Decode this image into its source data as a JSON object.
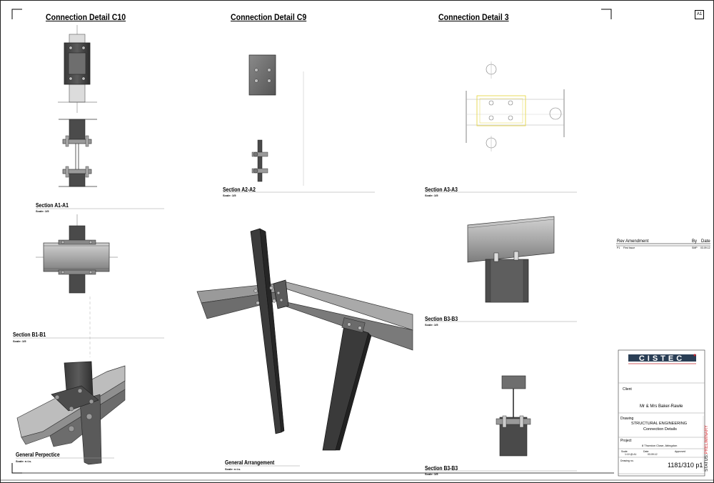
{
  "titles": {
    "c10": "Connection Detail C10",
    "c9": "Connection Detail C9",
    "d3": "Connection Detail 3"
  },
  "sections": {
    "a1": {
      "label": "Section A1-A1",
      "scale": "Scale: 1/5"
    },
    "b1": {
      "label": "Section B1-B1",
      "scale": "Scale: 1/5"
    },
    "perspective": {
      "label": "General Perpectice",
      "scale": "Scale: n.t.s."
    },
    "a2": {
      "label": "Section A2-A2",
      "scale": "Scale: 1/5"
    },
    "arrangement": {
      "label": "General Arrangement",
      "scale": "Scale: n.t.s."
    },
    "a3": {
      "label": "Section A3-A3",
      "scale": "Scale: 1/5"
    },
    "b3a": {
      "label": "Section B3-B3",
      "scale": "Scale: 1/5"
    },
    "b3b": {
      "label": "Section B3-B3",
      "scale": "Scale: 1/5"
    }
  },
  "sheet_size": "A1",
  "revision": {
    "headers": {
      "rev_amendment": "Rev Amendment",
      "by": "By",
      "date": "Date"
    },
    "row": {
      "rev": "P1",
      "amendment": "First Issue",
      "by": "SMP",
      "date": "03.09.12"
    }
  },
  "title_block": {
    "logo_text": "CISTEC",
    "client_label": "Client",
    "client_name": "Mr & Mrs Baker-Rawle",
    "drawing_label": "Drawing",
    "drawing_line1": "STRUCTURAL ENGINEERING",
    "drawing_line2": "Connection Details",
    "project_label": "Project",
    "project_name": "8 Thurston Close, Abingdon",
    "scale_label": "Scale",
    "scale_value": "1:10 @ A1",
    "date_label": "Date",
    "date_value": "03.09.12",
    "approved_label": "Approved",
    "drawing_no_label": "Drawing no.",
    "drawing_no": "1181/310 p1",
    "status_label": "STATUS:",
    "status_value": "PRELIMINARY"
  },
  "colors": {
    "steel_dark": "#4a4a4a",
    "steel_mid": "#8c8c8c",
    "steel_light": "#c4c4c4",
    "status_red": "#d9262b",
    "cad_yellow": "#e6d84a",
    "logo_dark": "#2a3e55",
    "logo_red": "#c0272d"
  }
}
